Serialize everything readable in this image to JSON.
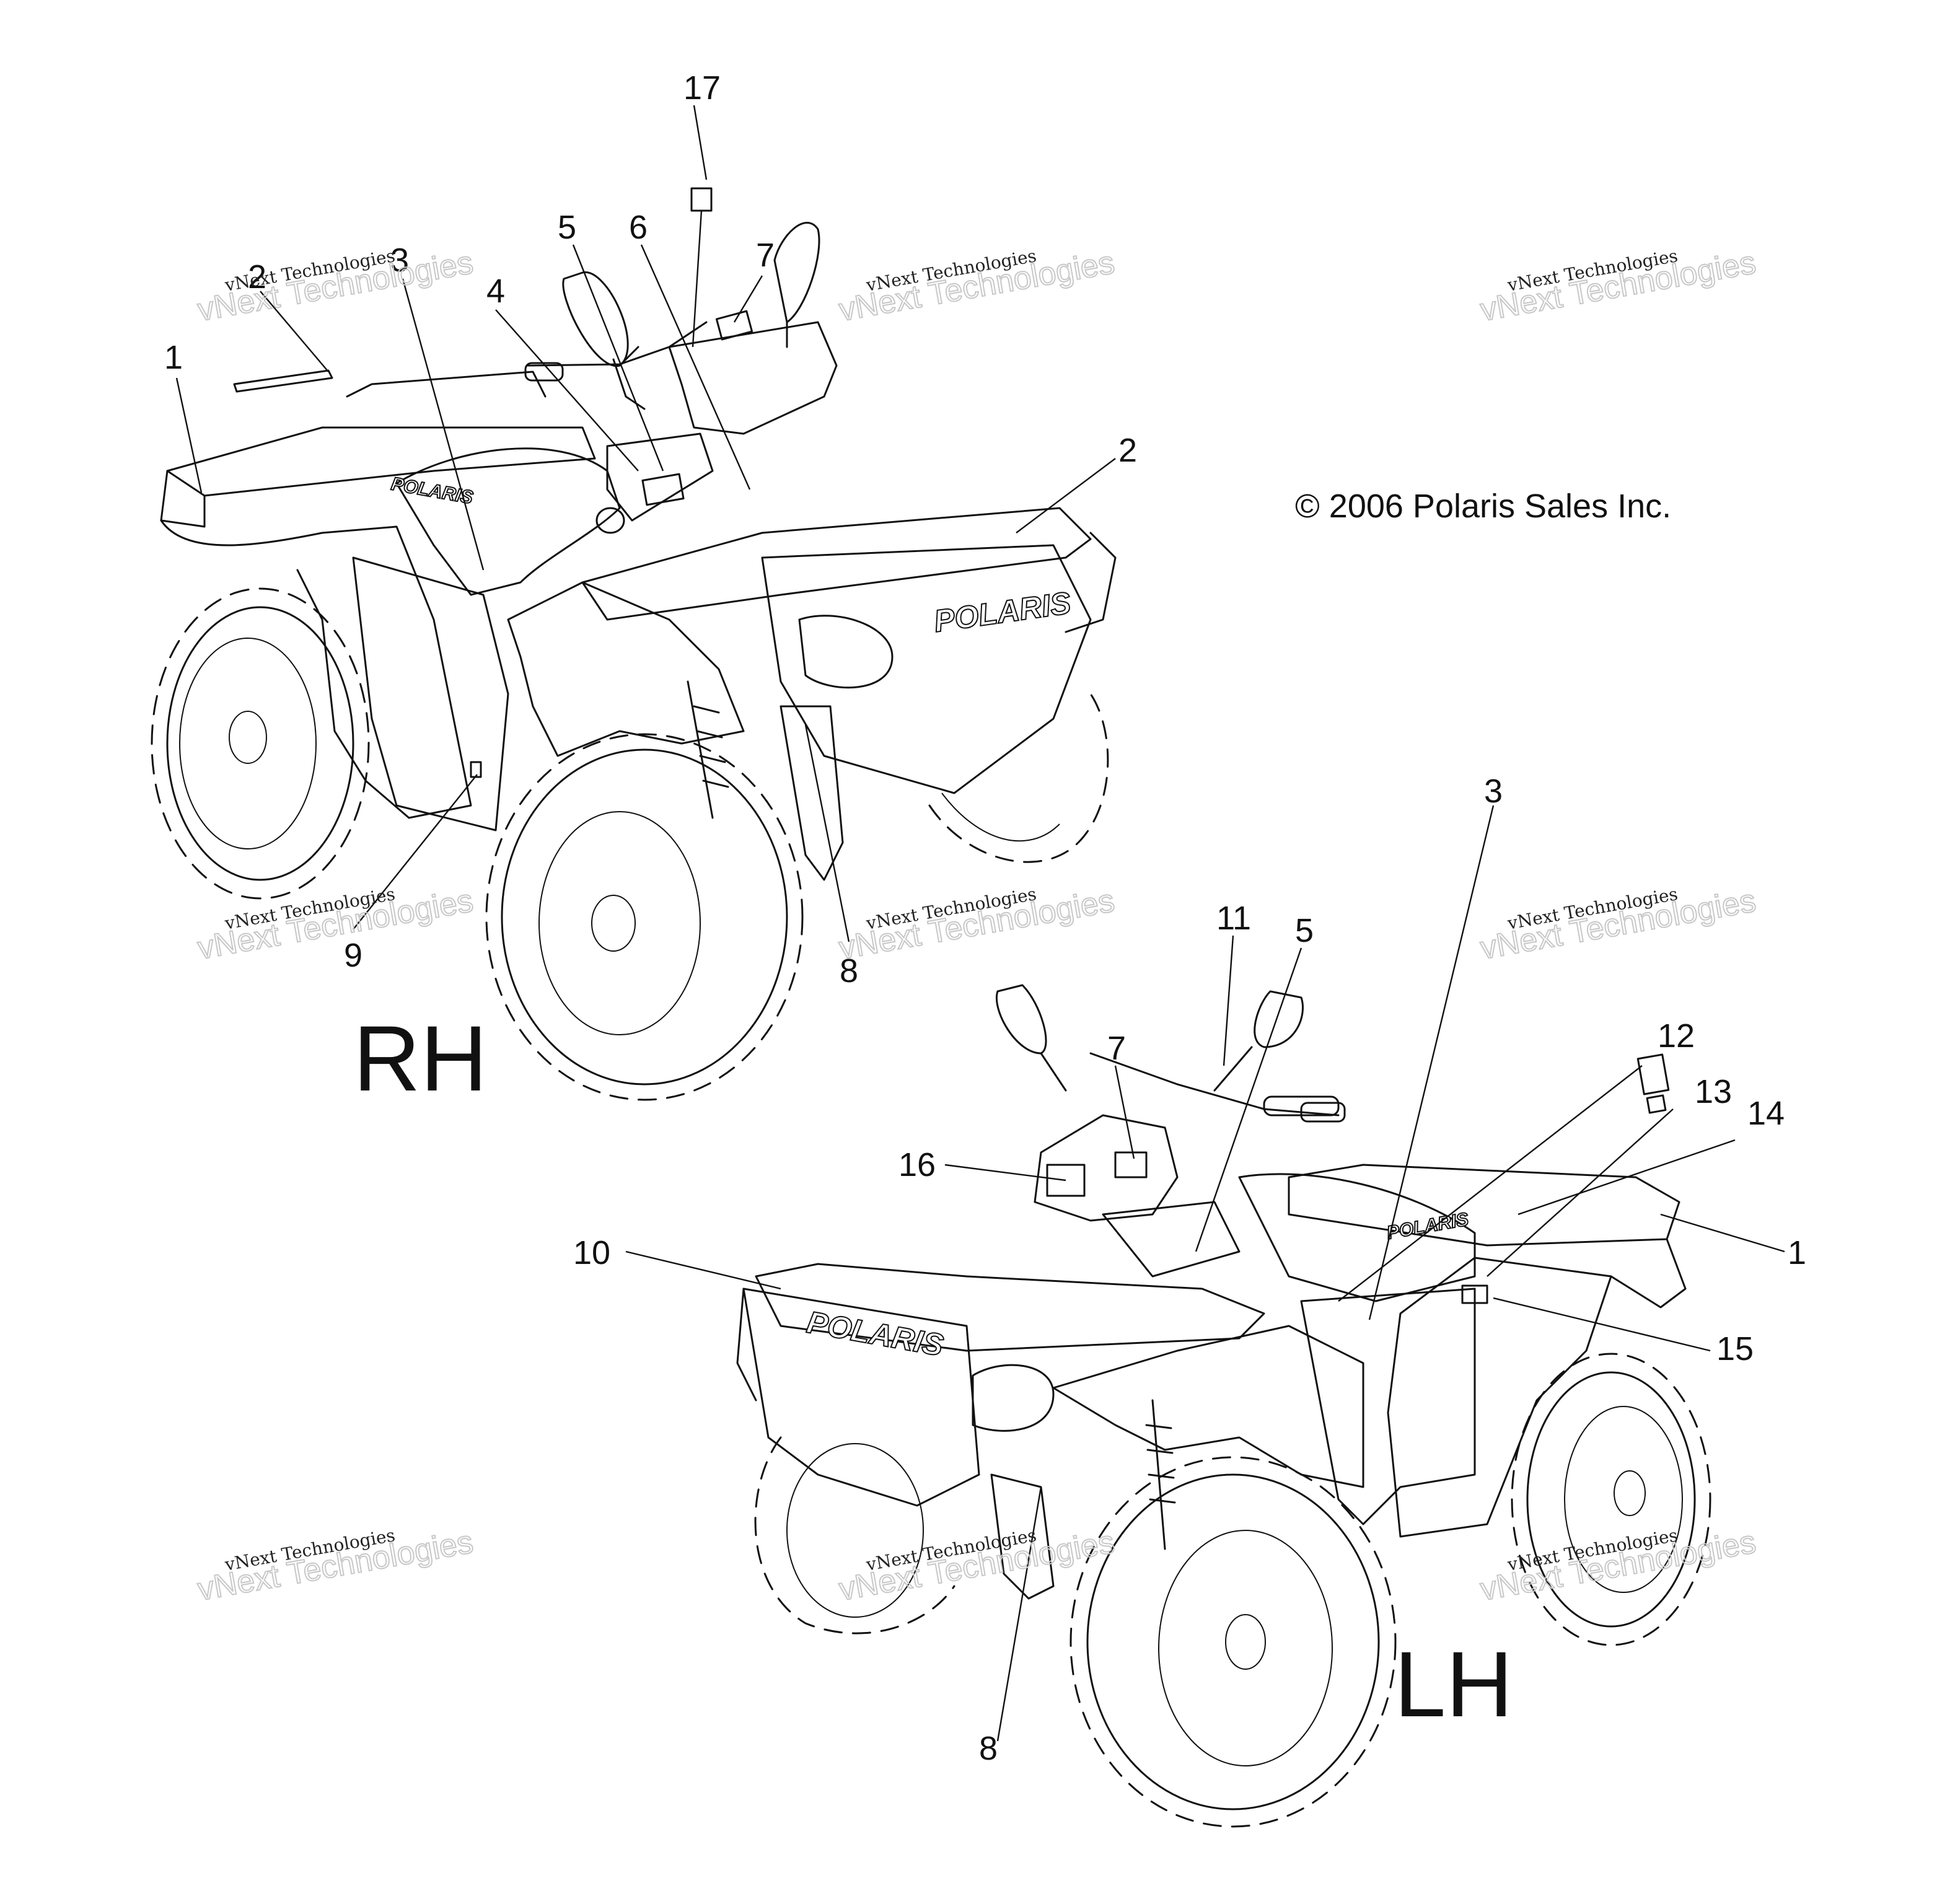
{
  "copyright": "© 2006 Polaris Sales Inc.",
  "views": {
    "rh": {
      "title": "RH",
      "logo_tank": "POLARIS",
      "logo_front": "POLARIS"
    },
    "lh": {
      "title": "LH",
      "logo_tank": "POLARIS",
      "logo_front": "POLARIS"
    }
  },
  "callouts_rh": [
    "17",
    "5",
    "6",
    "7",
    "2",
    "3",
    "4",
    "1",
    "2",
    "9",
    "8"
  ],
  "callouts_lh": [
    "3",
    "11",
    "5",
    "7",
    "16",
    "10",
    "12",
    "13",
    "14",
    "1",
    "15",
    "8"
  ],
  "watermark": {
    "line1": "vNext Technologies",
    "line2": "vNext Technologies"
  }
}
